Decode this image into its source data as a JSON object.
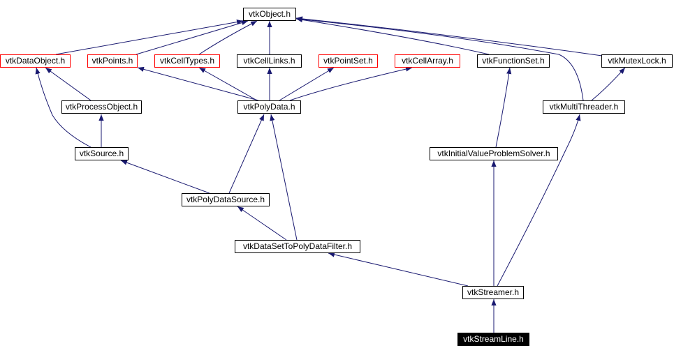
{
  "graph": {
    "nodes": {
      "vtkObject": "vtkObject.h",
      "vtkDataObject": "vtkDataObject.h",
      "vtkPoints": "vtkPoints.h",
      "vtkCellTypes": "vtkCellTypes.h",
      "vtkCellLinks": "vtkCellLinks.h",
      "vtkPointSet": "vtkPointSet.h",
      "vtkCellArray": "vtkCellArray.h",
      "vtkFunctionSet": "vtkFunctionSet.h",
      "vtkMutexLock": "vtkMutexLock.h",
      "vtkProcessObject": "vtkProcessObject.h",
      "vtkPolyData": "vtkPolyData.h",
      "vtkMultiThreader": "vtkMultiThreader.h",
      "vtkSource": "vtkSource.h",
      "vtkInitialValueProblemSolver": "vtkInitialValueProblemSolver.h",
      "vtkPolyDataSource": "vtkPolyDataSource.h",
      "vtkDataSetToPolyDataFilter": "vtkDataSetToPolyDataFilter.h",
      "vtkStreamer": "vtkStreamer.h",
      "vtkStreamLine": "vtkStreamLine.h"
    },
    "edges": [
      [
        "vtkDataObject.h",
        "vtkObject.h"
      ],
      [
        "vtkPoints.h",
        "vtkObject.h"
      ],
      [
        "vtkCellTypes.h",
        "vtkObject.h"
      ],
      [
        "vtkCellLinks.h",
        "vtkObject.h"
      ],
      [
        "vtkFunctionSet.h",
        "vtkObject.h"
      ],
      [
        "vtkMutexLock.h",
        "vtkObject.h"
      ],
      [
        "vtkMultiThreader.h",
        "vtkObject.h"
      ],
      [
        "vtkProcessObject.h",
        "vtkDataObject.h"
      ],
      [
        "vtkSource.h",
        "vtkDataObject.h"
      ],
      [
        "vtkSource.h",
        "vtkProcessObject.h"
      ],
      [
        "vtkPolyData.h",
        "vtkPoints.h"
      ],
      [
        "vtkPolyData.h",
        "vtkCellTypes.h"
      ],
      [
        "vtkPolyData.h",
        "vtkCellLinks.h"
      ],
      [
        "vtkPolyData.h",
        "vtkPointSet.h"
      ],
      [
        "vtkPolyData.h",
        "vtkCellArray.h"
      ],
      [
        "vtkMultiThreader.h",
        "vtkMutexLock.h"
      ],
      [
        "vtkInitialValueProblemSolver.h",
        "vtkFunctionSet.h"
      ],
      [
        "vtkPolyDataSource.h",
        "vtkSource.h"
      ],
      [
        "vtkPolyDataSource.h",
        "vtkPolyData.h"
      ],
      [
        "vtkDataSetToPolyDataFilter.h",
        "vtkPolyDataSource.h"
      ],
      [
        "vtkDataSetToPolyDataFilter.h",
        "vtkPolyData.h"
      ],
      [
        "vtkStreamer.h",
        "vtkDataSetToPolyDataFilter.h"
      ],
      [
        "vtkStreamer.h",
        "vtkInitialValueProblemSolver.h"
      ],
      [
        "vtkStreamer.h",
        "vtkMultiThreader.h"
      ],
      [
        "vtkStreamLine.h",
        "vtkStreamer.h"
      ]
    ],
    "colors": {
      "edge": "#191970",
      "undocumented_border": "#ff0000",
      "node_border": "#000000",
      "root_fill": "#000000"
    }
  }
}
